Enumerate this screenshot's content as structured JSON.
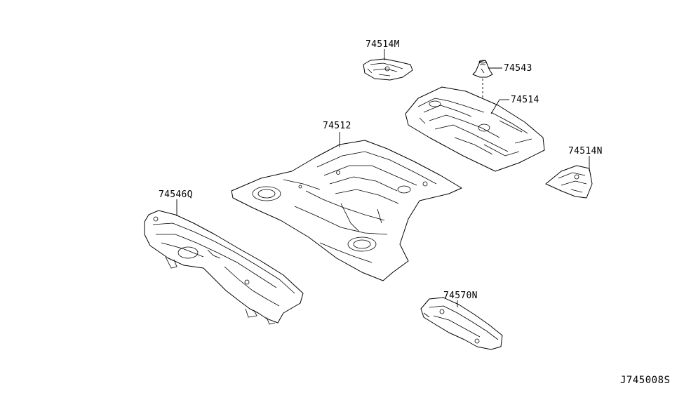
{
  "labels": {
    "p74514m": "74514M",
    "p74543": "74543",
    "p74514": "74514",
    "p74512": "74512",
    "p74514n": "74514N",
    "p74546q": "74546Q",
    "p74570n": "74570N"
  },
  "diagram_ref": "J745008S",
  "colors": {
    "line": "#000000",
    "background": "#ffffff"
  }
}
